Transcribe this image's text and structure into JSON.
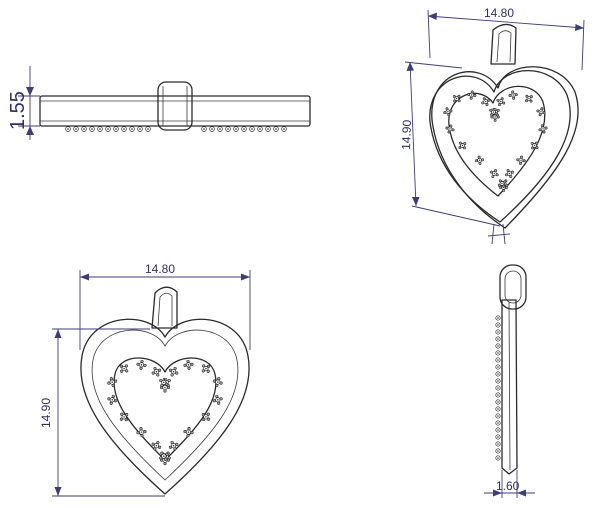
{
  "dimensions": {
    "top_thickness": "1.55",
    "iso_width": "14.80",
    "iso_height": "14.90",
    "front_width": "14.80",
    "front_height": "14.90",
    "side_thickness": "1.60"
  },
  "colors": {
    "line": "#2a2a2a",
    "dimension": "#3d3d78",
    "background": "#ffffff"
  }
}
